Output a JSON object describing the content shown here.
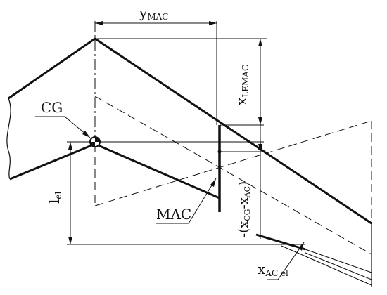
{
  "labels": {
    "cg": "CG",
    "mac": "MAC",
    "y_mac_main": "y",
    "y_mac_sub": "MAC",
    "x_lemac_main": "x",
    "x_lemac_sub": "LEMAC",
    "l_el_main": "l",
    "l_el_sub": "el",
    "x_ac_el_main": "x",
    "x_ac_el_sub": "AC el",
    "dx_open": "-(x",
    "dx_sub1": "CG",
    "dx_minus": "-x",
    "dx_sub2": "AC",
    "dx_close": ")"
  },
  "colors": {
    "ink": "#111111",
    "background": "#ffffff"
  }
}
